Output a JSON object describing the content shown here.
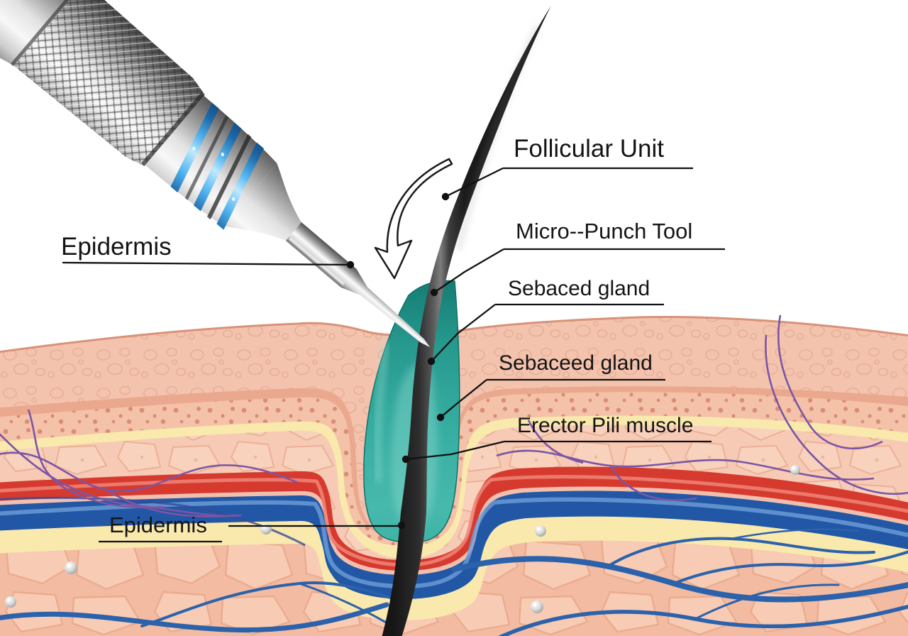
{
  "labels": {
    "epidermis_top": "Epidermis",
    "follicular_unit": "Follicular Unit",
    "micro_punch_tool": "Micro--Punch Tool",
    "sebaced_gland": "Sebaced gland",
    "sebaceed_gland": "Sebaceed gland",
    "erector_pili_muscle": "Erector Pili muscle",
    "epidermis_bottom": "Epidermis"
  },
  "colors": {
    "background": "#ffffff",
    "label_text": "#141414",
    "leader_line": "#111111",
    "follicle_teal": "#2ba59a",
    "follicle_teal_dark": "#177f76",
    "hair_dark": "#2d2d2d",
    "artery_red": "#d63a2f",
    "vein_blue": "#2257a5",
    "vessel_purple": "#7b55a5",
    "fat_yellow": "#f9e9ad",
    "skin_light": "#f3c3ae",
    "skin_deep": "#f3bca2",
    "tool_metal": "#d8d8d8",
    "tool_ring_blue": "#4fb2ee"
  }
}
